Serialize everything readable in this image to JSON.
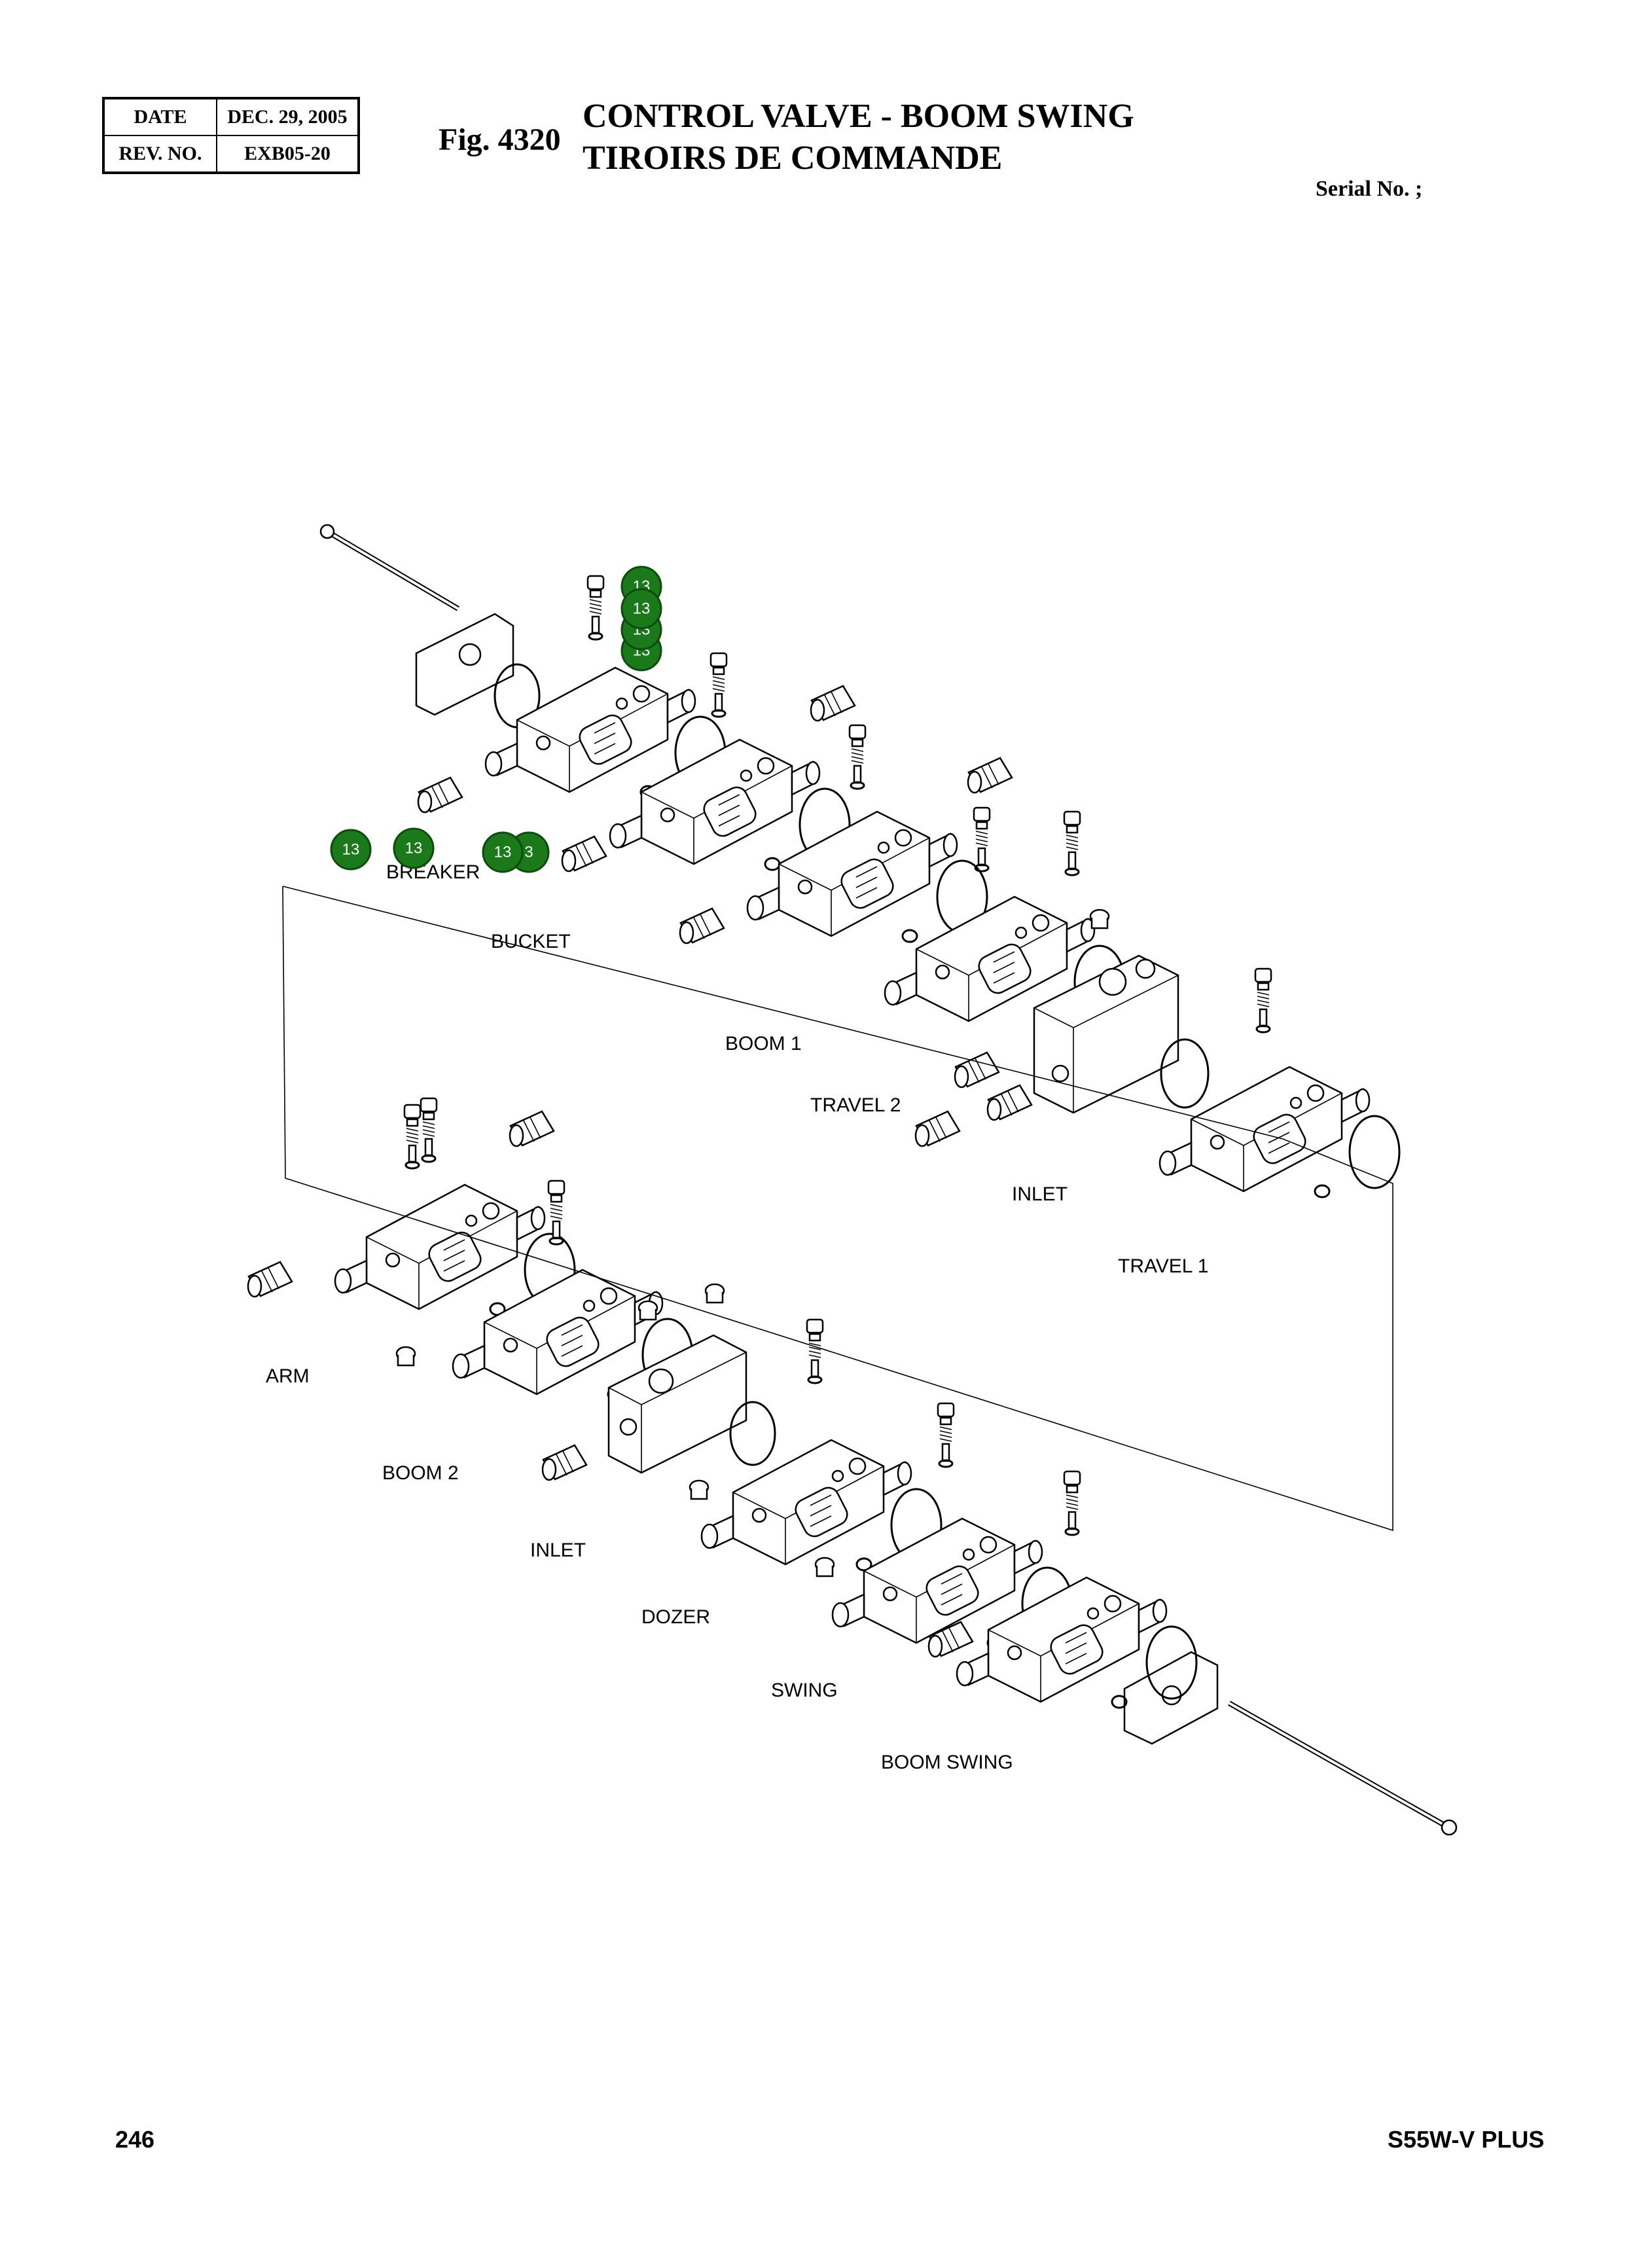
{
  "header": {
    "date_label": "DATE",
    "date_value": "DEC. 29, 2005",
    "rev_label": "REV. NO.",
    "rev_value": "EXB05-20",
    "figure_number": "Fig. 4320",
    "title_en": "CONTROL VALVE - BOOM SWING",
    "title_fr": "TIROIRS DE COMMANDE",
    "serial": "Serial No. ;"
  },
  "footer": {
    "page_number": "246",
    "model": "S55W-V PLUS"
  },
  "section_labels": {
    "breaker": "BREAKER",
    "bucket": "BUCKET",
    "boom1": "BOOM 1",
    "travel2": "TRAVEL  2",
    "inlet_top": "INLET",
    "travel1": "TRAVEL  1",
    "arm": "ARM",
    "boom2": "BOOM 2",
    "inlet_bottom": "INLET",
    "dozer": "DOZER",
    "swing": "SWING",
    "boom_swing": "BOOM SWING"
  },
  "callouts": [
    {
      "text": "13"
    },
    {
      "text": "13"
    },
    {
      "text": "13"
    },
    {
      "text": "13"
    },
    {
      "text": "13"
    },
    {
      "text": "13"
    },
    {
      "text": "13"
    },
    {
      "text": "3"
    }
  ],
  "colors": {
    "callout_fill": "#1a7a1a",
    "line": "#000000"
  }
}
